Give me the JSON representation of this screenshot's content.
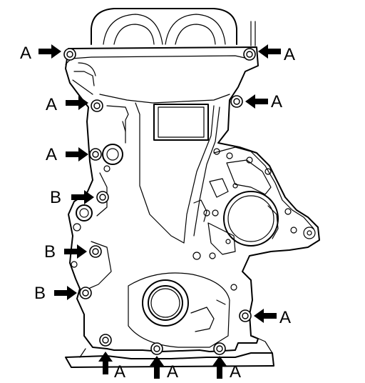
{
  "diagram": {
    "callouts": [
      {
        "id": "bolt-a-1",
        "label": "A"
      },
      {
        "id": "bolt-a-2",
        "label": "A"
      },
      {
        "id": "bolt-a-3",
        "label": "A"
      },
      {
        "id": "bolt-a-4",
        "label": "A"
      },
      {
        "id": "bolt-a-5",
        "label": "A"
      },
      {
        "id": "bolt-b-1",
        "label": "B"
      },
      {
        "id": "bolt-b-2",
        "label": "B"
      },
      {
        "id": "bolt-b-3",
        "label": "B"
      },
      {
        "id": "bolt-a-6",
        "label": "A"
      },
      {
        "id": "bolt-a-7",
        "label": "A"
      },
      {
        "id": "bolt-a-8",
        "label": "A"
      },
      {
        "id": "bolt-a-9",
        "label": "A"
      }
    ]
  }
}
